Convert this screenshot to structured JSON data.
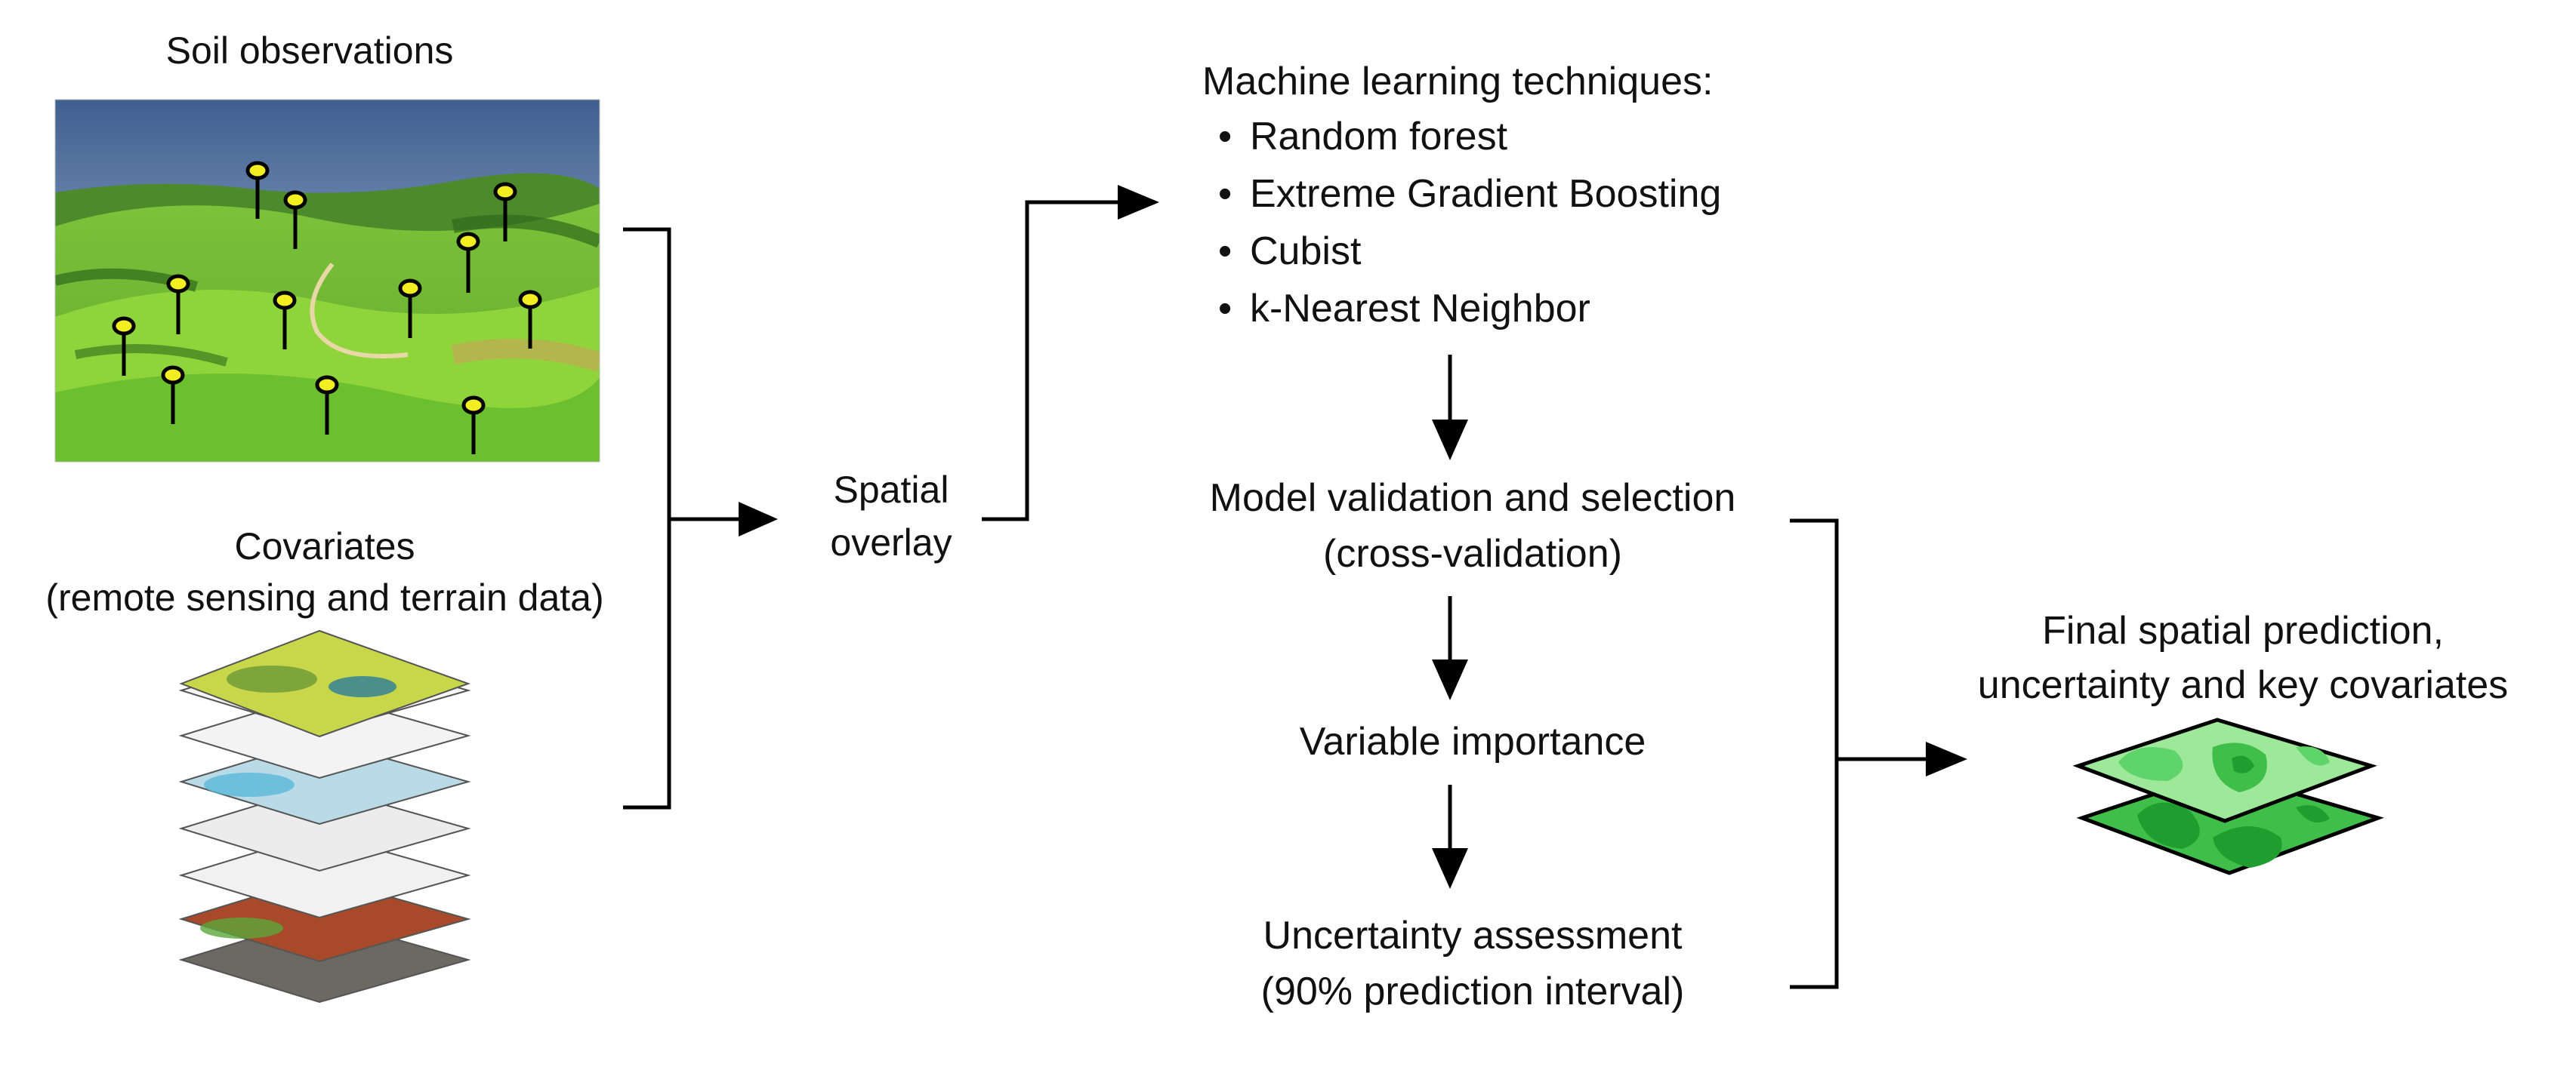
{
  "soil_observations": {
    "title": "Soil observations"
  },
  "covariates": {
    "title": "Covariates",
    "subtitle": "(remote sensing and terrain data)"
  },
  "spatial_overlay": {
    "line1": "Spatial",
    "line2": "overlay"
  },
  "ml": {
    "title": "Machine learning techniques:",
    "bullet": "•",
    "items": [
      "Random forest",
      "Extreme Gradient Boosting",
      "Cubist",
      "k-Nearest Neighbor"
    ]
  },
  "steps": {
    "validation": {
      "line1": "Model validation and selection",
      "line2": "(cross-validation)"
    },
    "importance": {
      "line1": "Variable importance"
    },
    "uncertainty": {
      "line1": "Uncertainty assessment",
      "line2": "(90% prediction interval)"
    }
  },
  "final": {
    "line1": "Final spatial prediction,",
    "line2": "uncertainty and key covariates"
  },
  "colors": {
    "arrow": "#000000",
    "marker_fill": "#f2ee22",
    "grass_light": "#8fd43a",
    "grass_dark": "#3f8a1e",
    "sky": "#4a6fa0",
    "final_light": "#9ee89a",
    "final_dark": "#1f9e2f"
  },
  "icons": {
    "photo": "landscape-photo-icon",
    "layers": "raster-layer-stack-icon",
    "final": "prediction-map-icon"
  }
}
